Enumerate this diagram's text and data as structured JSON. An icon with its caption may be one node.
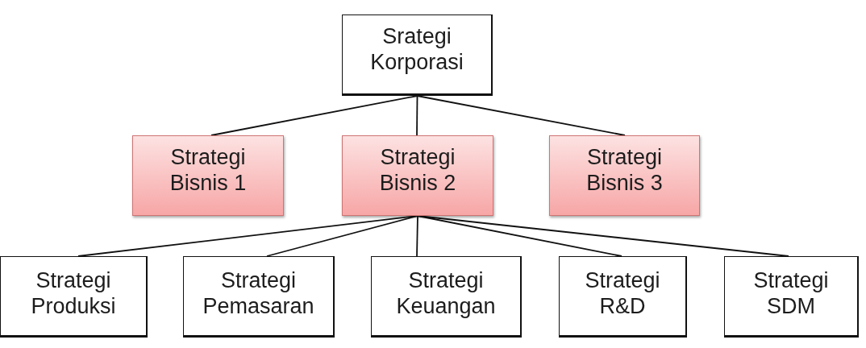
{
  "diagram": {
    "nodes": [
      {
        "text": [
          "Srategi Korporasi"
        ]
      },
      {
        "text": [
          "Strategi Bisnis 1"
        ]
      },
      {
        "text": [
          "Strategi Bisnis 2"
        ]
      },
      {
        "text": [
          "Strategi Bisnis 3"
        ]
      },
      {
        "text": [
          "Strategi Produksi"
        ]
      },
      {
        "text": [
          "Strategi Pemasaran"
        ]
      },
      {
        "text": [
          "Strategi Keuangan"
        ]
      },
      {
        "text": [
          "Strategi R&D"
        ]
      },
      {
        "text": [
          "Strategi SDM"
        ]
      }
    ],
    "edges": [
      {
        "from": 0,
        "to": 1,
        "arrow": "none"
      },
      {
        "from": 0,
        "to": 2,
        "arrow": "none"
      },
      {
        "from": 0,
        "to": 3,
        "arrow": "none"
      },
      {
        "from": 2,
        "to": 4,
        "arrow": "none"
      },
      {
        "from": 2,
        "to": 5,
        "arrow": "none"
      },
      {
        "from": 2,
        "to": 6,
        "arrow": "none"
      },
      {
        "from": 2,
        "to": 7,
        "arrow": "none"
      },
      {
        "from": 2,
        "to": 8,
        "arrow": "none"
      }
    ]
  }
}
